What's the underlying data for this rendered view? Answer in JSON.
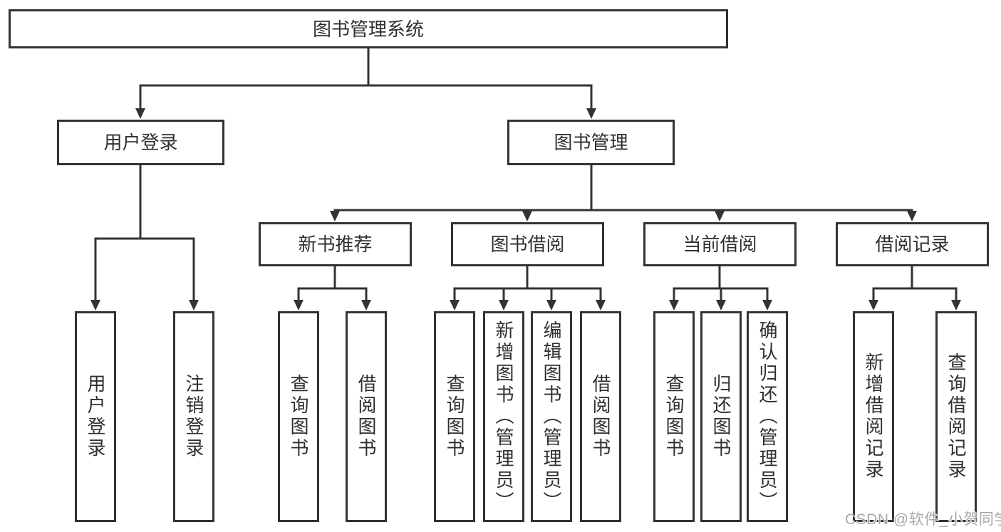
{
  "colors": {
    "line": "#333333",
    "box_border": "#333333",
    "text": "#2f2f2f",
    "box_background": "#ffffff",
    "page_background": "#ffffff",
    "watermark": "#a8a8a8"
  },
  "watermark": {
    "text": "CSDN @软件_小贺同学"
  },
  "tree": {
    "root": {
      "label": "图书管理系统",
      "children": [
        {
          "label": "用户登录",
          "children": [
            {
              "label": "用户登录"
            },
            {
              "label": "注销登录"
            }
          ]
        },
        {
          "label": "图书管理",
          "children": [
            {
              "label": "新书推荐",
              "children": [
                {
                  "label": "查询图书"
                },
                {
                  "label": "借阅图书"
                }
              ]
            },
            {
              "label": "图书借阅",
              "children": [
                {
                  "label": "查询图书"
                },
                {
                  "label": "新增图书（管理员）"
                },
                {
                  "label": "编辑图书（管理员）"
                },
                {
                  "label": "借阅图书"
                }
              ]
            },
            {
              "label": "当前借阅",
              "children": [
                {
                  "label": "查询图书"
                },
                {
                  "label": "归还图书"
                },
                {
                  "label": "确认归还（管理员）"
                }
              ]
            },
            {
              "label": "借阅记录",
              "children": [
                {
                  "label": "新增借阅记录"
                },
                {
                  "label": "查询借阅记录"
                }
              ]
            }
          ]
        }
      ]
    }
  }
}
